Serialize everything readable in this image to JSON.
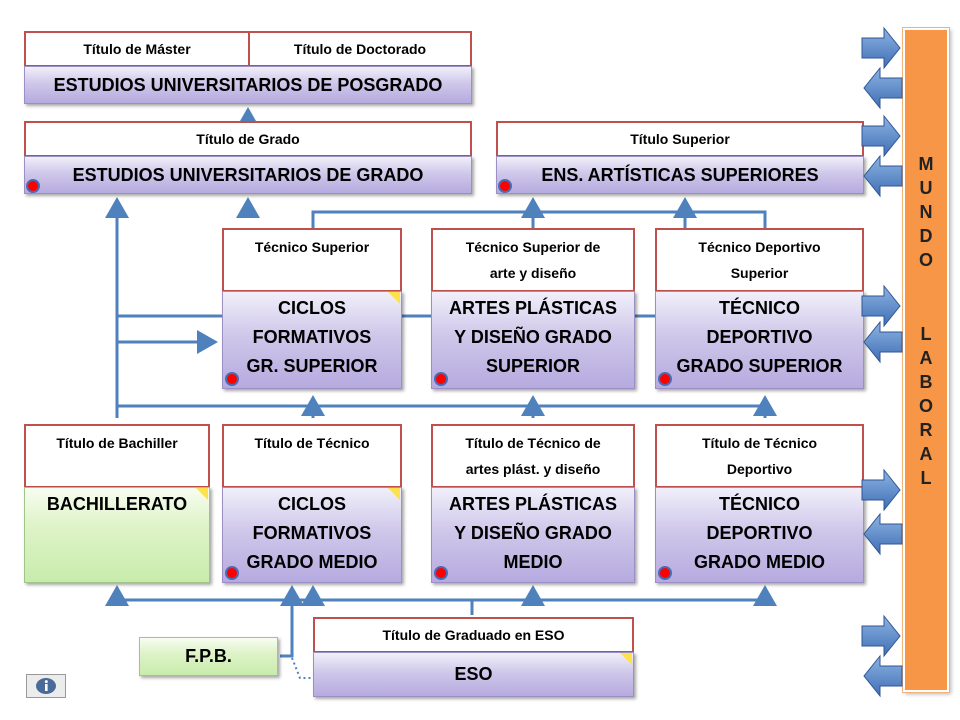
{
  "posgrado": {
    "titles": [
      "Título de Máster",
      "Título de Doctorado"
    ],
    "label": "ESTUDIOS UNIVERSITARIOS DE POSGRADO"
  },
  "grado": {
    "title": "Título de Grado",
    "label": "ESTUDIOS UNIVERSITARIOS DE GRADO"
  },
  "artisticas": {
    "title": "Título Superior",
    "label": "ENS. ARTÍSTICAS SUPERIORES"
  },
  "cfgs": {
    "title": "Técnico Superior",
    "lines": [
      "CICLOS",
      "FORMATIVOS",
      "GR. SUPERIOR"
    ]
  },
  "apdgs": {
    "title_lines": [
      "Técnico Superior de",
      "arte y diseño"
    ],
    "lines": [
      "ARTES PLÁSTICAS",
      "Y DISEÑO GRADO",
      "SUPERIOR"
    ]
  },
  "tdgs": {
    "title_lines": [
      "Técnico Deportivo",
      "Superior"
    ],
    "lines": [
      "TÉCNICO",
      "DEPORTIVO",
      "GRADO SUPERIOR"
    ]
  },
  "bach": {
    "title": "Título de Bachiller",
    "label": "BACHILLERATO"
  },
  "cfgm": {
    "title": "Título de Técnico",
    "lines": [
      "CICLOS",
      "FORMATIVOS",
      "GRADO MEDIO"
    ]
  },
  "apdgm": {
    "title_lines": [
      "Título de Técnico de",
      "artes plást. y diseño"
    ],
    "lines": [
      "ARTES PLÁSTICAS",
      "Y DISEÑO GRADO",
      "MEDIO"
    ]
  },
  "tdgm": {
    "title_lines": [
      "Título de Técnico",
      "Deportivo"
    ],
    "lines": [
      "TÉCNICO",
      "DEPORTIVO",
      "GRADO MEDIO"
    ]
  },
  "eso": {
    "title": "Título de Graduado en ESO",
    "label": "ESO"
  },
  "fpb": {
    "label": "F.P.B."
  },
  "mundo_laboral": {
    "letters": [
      "M",
      "U",
      "N",
      "D",
      "O",
      "",
      "L",
      "A",
      "B",
      "O",
      "R",
      "A",
      "L"
    ]
  },
  "colors": {
    "title_border": "#c0504d",
    "arrow_blue": "#4f81bd",
    "dot_red": "#ff0000",
    "mundo_orange": "#f79646",
    "lavender": "#cfc8ea",
    "green": "#dff3c9"
  },
  "icons": {
    "info": "info-icon",
    "arrow": "arrow-right-icon / arrow-left-icon"
  }
}
